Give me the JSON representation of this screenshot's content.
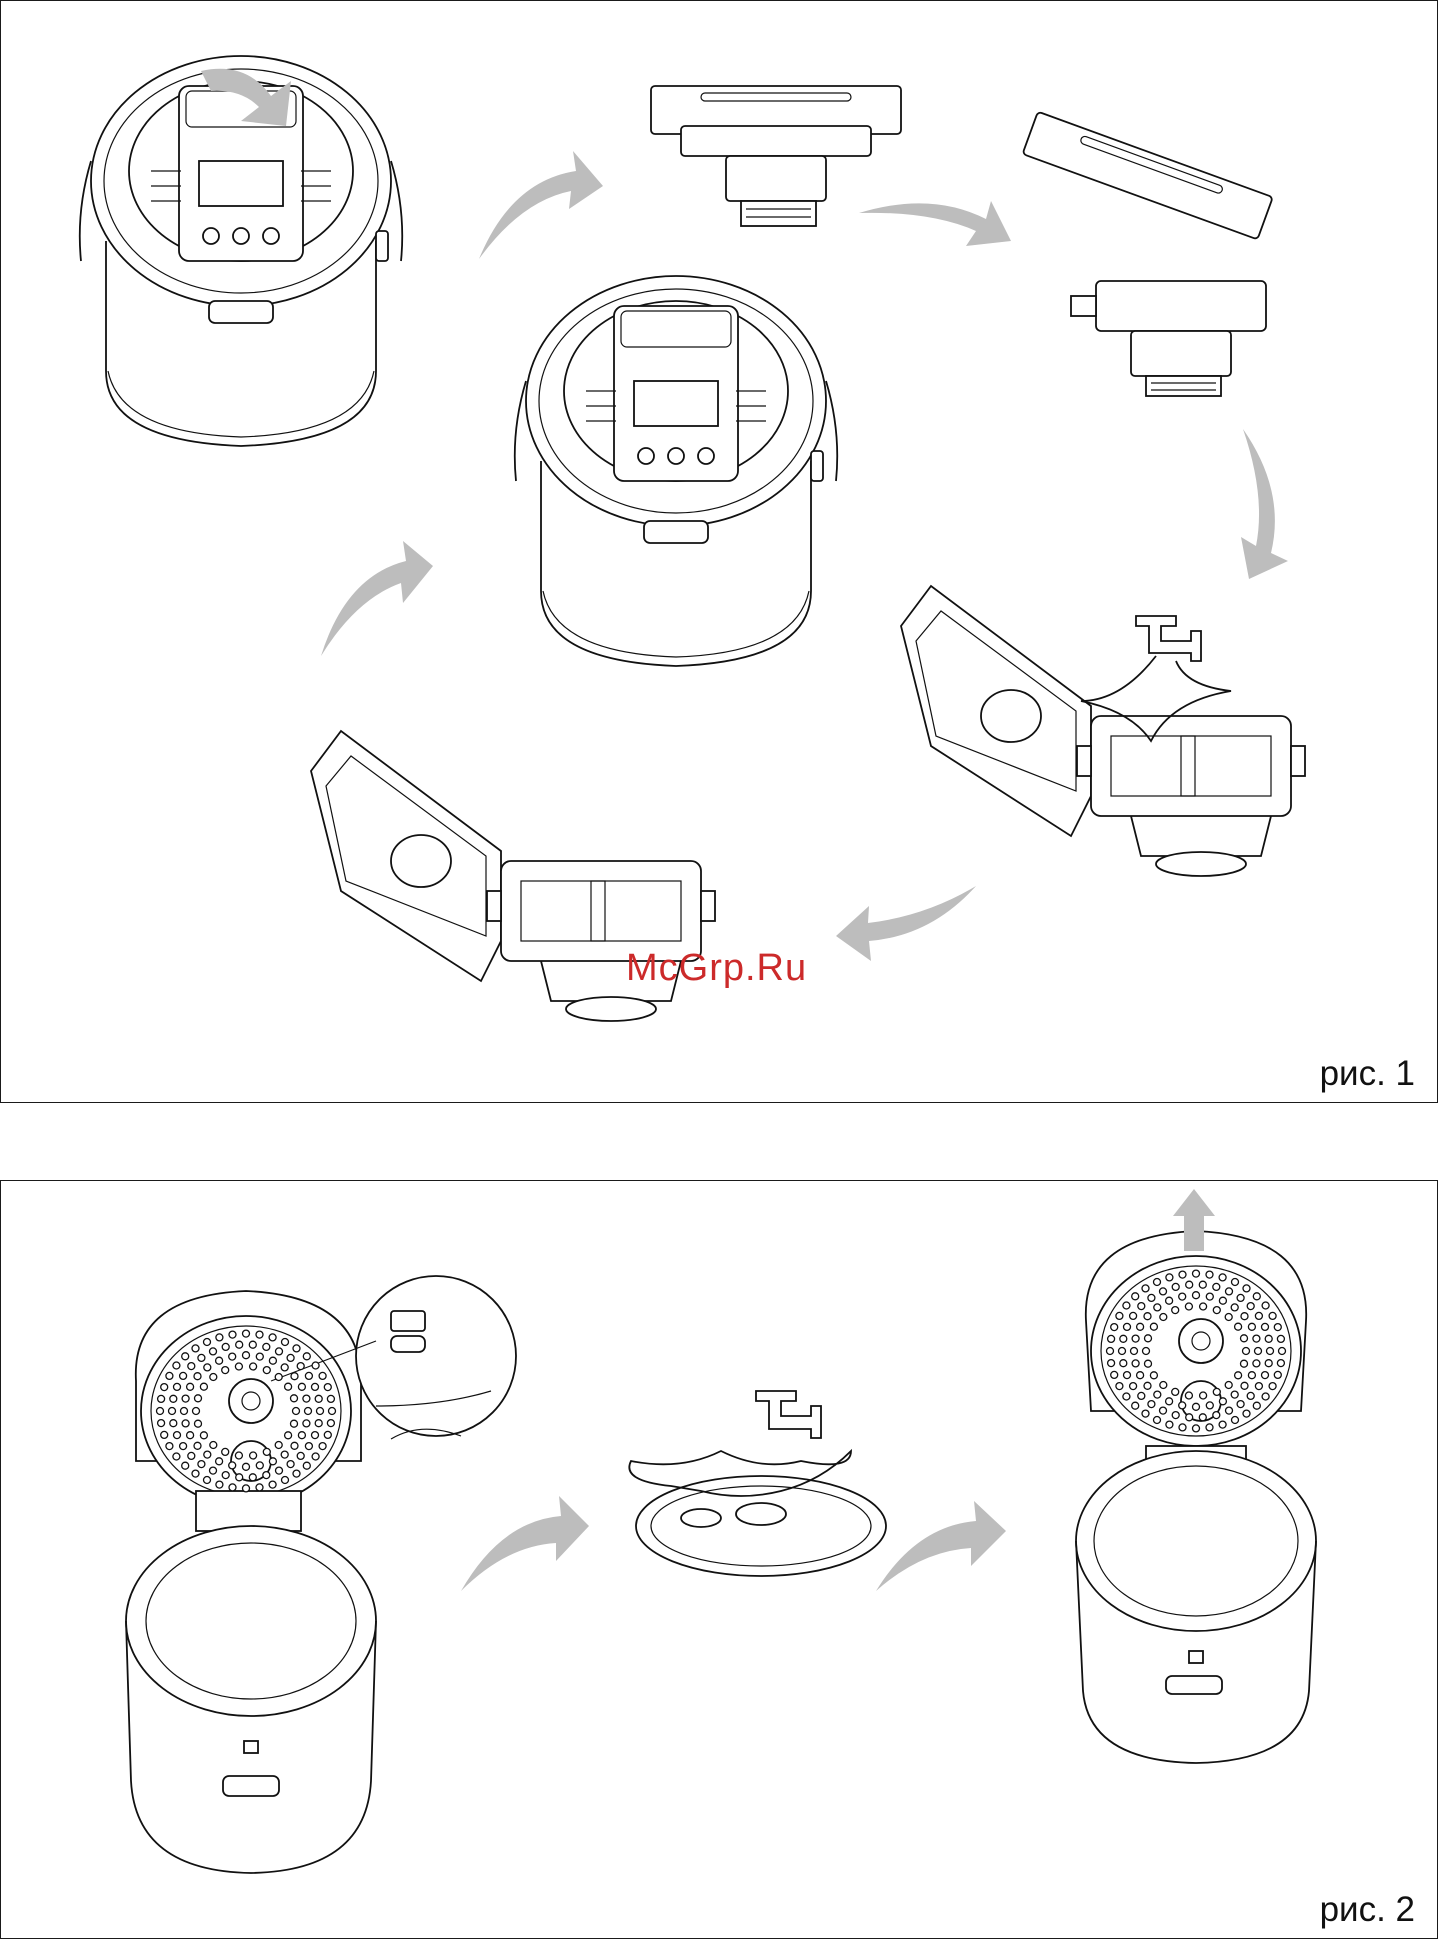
{
  "figures": [
    {
      "label": "рис. 1"
    },
    {
      "label": "рис. 2"
    }
  ],
  "watermark": "McGrp.Ru",
  "colors": {
    "arrow": "#bdbdbd",
    "line": "#111111",
    "watermark": "#cc2a2a"
  }
}
